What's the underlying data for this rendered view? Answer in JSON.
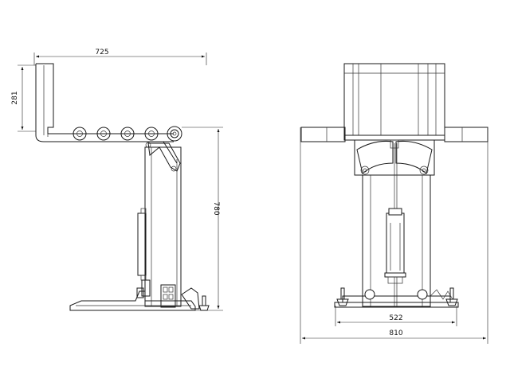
{
  "dimensions": {
    "side_width": "725",
    "side_top_height": "281",
    "side_total_height": "780",
    "front_base_width": "522",
    "front_total_width": "810"
  }
}
